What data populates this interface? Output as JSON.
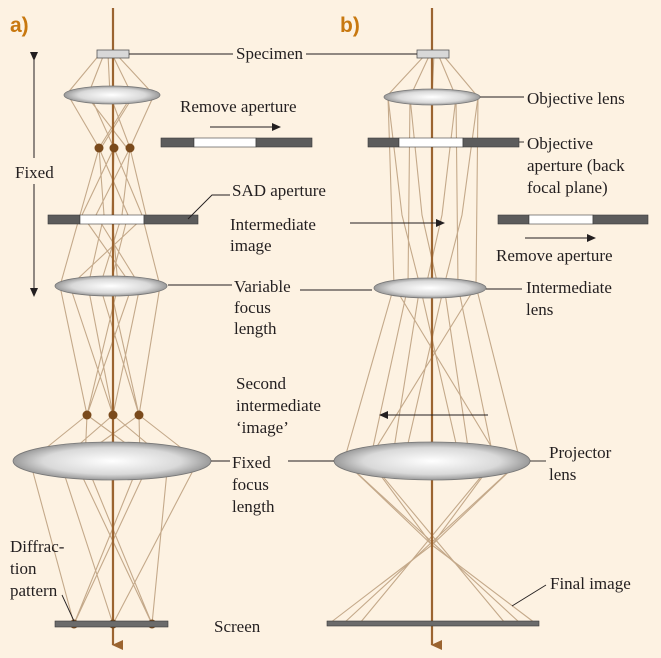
{
  "panels": {
    "a": {
      "label": "a)",
      "specimen": "Specimen",
      "remove_aperture": "Remove aperture",
      "fixed": "Fixed",
      "sad_aperture": "SAD aperture",
      "intermediate_image": [
        "Intermediate",
        "image"
      ],
      "variable_focus": [
        "Variable",
        "focus",
        "length"
      ],
      "second_intermediate": [
        "Second",
        "intermediate",
        "‘image’"
      ],
      "fixed_focus": [
        "Fixed",
        "focus",
        "length"
      ],
      "diffraction_pattern": [
        "Diffrac-",
        "tion",
        "pattern"
      ],
      "screen": "Screen"
    },
    "b": {
      "label": "b)",
      "objective_lens": "Objective lens",
      "objective_aperture": [
        "Objective",
        "aperture (back",
        "focal plane)"
      ],
      "remove_aperture": "Remove aperture",
      "intermediate_lens": [
        "Intermediate",
        "lens"
      ],
      "projector_lens": [
        "Projector",
        "lens"
      ],
      "final_image": "Final image"
    }
  },
  "colors": {
    "background": "#fdf2e2",
    "panel_label": "#c8780f",
    "optic_axis": "#9b6430",
    "rays": "#c4a98a",
    "focus_dots": "#7a4a1c",
    "aperture": "#5c5c5c"
  }
}
